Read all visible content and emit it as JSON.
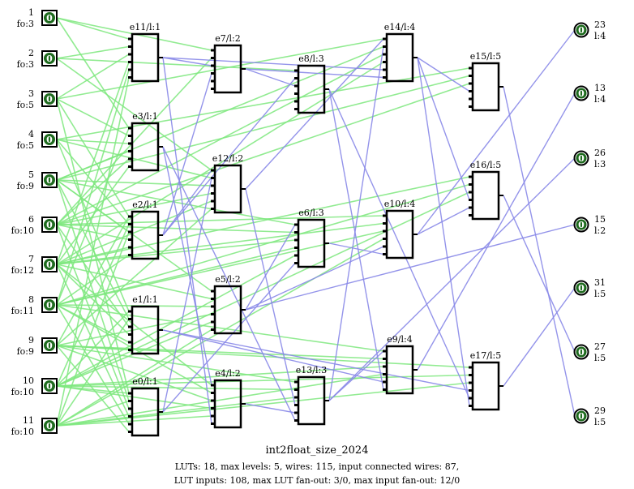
{
  "colors": {
    "input_wire": "#7ee87e",
    "lut_wire": "#8888e8",
    "node_fill": "#1e6b1e",
    "box": "#000000"
  },
  "inputs": [
    {
      "id": "1",
      "fo": "fo:3",
      "value": "0",
      "targets": [
        "e11",
        "e7",
        "e3"
      ]
    },
    {
      "id": "2",
      "fo": "fo:3",
      "value": "0",
      "targets": [
        "e11",
        "e8",
        "e12"
      ]
    },
    {
      "id": "3",
      "fo": "fo:5",
      "value": "0",
      "targets": [
        "e11",
        "e3",
        "e14",
        "e0",
        "e2"
      ]
    },
    {
      "id": "4",
      "fo": "fo:5",
      "value": "0",
      "targets": [
        "e3",
        "e2",
        "e12",
        "e15",
        "e1"
      ]
    },
    {
      "id": "5",
      "fo": "fo:9",
      "value": "0",
      "targets": [
        "e3",
        "e2",
        "e14",
        "e6",
        "e1",
        "e0",
        "e5",
        "e12",
        "e15"
      ]
    },
    {
      "id": "6",
      "fo": "fo:10",
      "value": "0",
      "targets": [
        "e2",
        "e3",
        "e1",
        "e0",
        "e14",
        "e10",
        "e6",
        "e12",
        "e7",
        "e15"
      ]
    },
    {
      "id": "7",
      "fo": "fo:12",
      "value": "0",
      "targets": [
        "e2",
        "e1",
        "e0",
        "e4",
        "e5",
        "e6",
        "e10",
        "e16",
        "e12",
        "e3",
        "e11",
        "e14"
      ]
    },
    {
      "id": "8",
      "fo": "fo:11",
      "value": "0",
      "targets": [
        "e1",
        "e0",
        "e4",
        "e2",
        "e5",
        "e6",
        "e10",
        "e16",
        "e9",
        "e3",
        "e11"
      ]
    },
    {
      "id": "9",
      "fo": "fo:9",
      "value": "0",
      "targets": [
        "e1",
        "e0",
        "e4",
        "e13",
        "e9",
        "e17",
        "e2",
        "e5",
        "e12"
      ]
    },
    {
      "id": "10",
      "fo": "fo:10",
      "value": "0",
      "targets": [
        "e0",
        "e4",
        "e13",
        "e9",
        "e17",
        "e1",
        "e2",
        "e5",
        "e16",
        "e6"
      ]
    },
    {
      "id": "11",
      "fo": "fo:10",
      "value": "0",
      "targets": [
        "e0",
        "e4",
        "e13",
        "e1",
        "e9",
        "e17",
        "e2",
        "e5",
        "e11",
        "e10"
      ]
    }
  ],
  "luts": [
    {
      "id": "e11",
      "label": "e11/l:1",
      "level": 1,
      "row": 0
    },
    {
      "id": "e3",
      "label": "e3/l:1",
      "level": 1,
      "row": 1
    },
    {
      "id": "e2",
      "label": "e2/l:1",
      "level": 1,
      "row": 2
    },
    {
      "id": "e1",
      "label": "e1/l:1",
      "level": 1,
      "row": 3
    },
    {
      "id": "e0",
      "label": "e0/l:1",
      "level": 1,
      "row": 4
    },
    {
      "id": "e7",
      "label": "e7/l:2",
      "level": 2,
      "row": 0
    },
    {
      "id": "e12",
      "label": "e12/l:2",
      "level": 2,
      "row": 1
    },
    {
      "id": "e5",
      "label": "e5/l:2",
      "level": 2,
      "row": 2
    },
    {
      "id": "e4",
      "label": "e4/l:2",
      "level": 2,
      "row": 3
    },
    {
      "id": "e8",
      "label": "e8/l:3",
      "level": 3,
      "row": 0
    },
    {
      "id": "e6",
      "label": "e6/l:3",
      "level": 3,
      "row": 1
    },
    {
      "id": "e13",
      "label": "e13/l:3",
      "level": 3,
      "row": 2
    },
    {
      "id": "e14",
      "label": "e14/l:4",
      "level": 4,
      "row": 0
    },
    {
      "id": "e10",
      "label": "e10/l:4",
      "level": 4,
      "row": 1
    },
    {
      "id": "e9",
      "label": "e9/l:4",
      "level": 4,
      "row": 2
    },
    {
      "id": "e15",
      "label": "e15/l:5",
      "level": 5,
      "row": 0
    },
    {
      "id": "e16",
      "label": "e16/l:5",
      "level": 5,
      "row": 1
    },
    {
      "id": "e17",
      "label": "e17/l:5",
      "level": 5,
      "row": 2
    }
  ],
  "lut_edges": [
    [
      "e11",
      "e14"
    ],
    [
      "e11",
      "e4"
    ],
    [
      "e11",
      "e7"
    ],
    [
      "e3",
      "e4"
    ],
    [
      "e2",
      "e7"
    ],
    [
      "e2",
      "e12"
    ],
    [
      "e2",
      "e8"
    ],
    [
      "e1",
      "e17"
    ],
    [
      "e1",
      "e9"
    ],
    [
      "e0",
      "e12"
    ],
    [
      "e0",
      "e6"
    ],
    [
      "e7",
      "e8"
    ],
    [
      "e7",
      "e14"
    ],
    [
      "e12",
      "e14"
    ],
    [
      "e12",
      "e13"
    ],
    [
      "e5",
      "e10"
    ],
    [
      "e4",
      "e13"
    ],
    [
      "e8",
      "e9"
    ],
    [
      "e8",
      "e17"
    ],
    [
      "e6",
      "e10"
    ],
    [
      "e13",
      "e14"
    ],
    [
      "e13",
      "e9"
    ],
    [
      "e14",
      "e15"
    ],
    [
      "e14",
      "e16"
    ],
    [
      "e14",
      "e17"
    ],
    [
      "e10",
      "e16"
    ],
    [
      "e5",
      "e6"
    ],
    [
      "e3",
      "e13"
    ]
  ],
  "outputs": [
    {
      "id": "23",
      "level": "l:4",
      "value": "0",
      "source": "e10"
    },
    {
      "id": "13",
      "level": "l:4",
      "value": "0",
      "source": "e9"
    },
    {
      "id": "26",
      "level": "l:3",
      "value": "0",
      "source": "e13"
    },
    {
      "id": "15",
      "level": "l:2",
      "value": "0",
      "source": "e5"
    },
    {
      "id": "31",
      "level": "l:5",
      "value": "0",
      "source": "e17"
    },
    {
      "id": "27",
      "level": "l:5",
      "value": "0",
      "source": "e16"
    },
    {
      "id": "29",
      "level": "l:5",
      "value": "0",
      "source": "e15"
    }
  ],
  "caption": {
    "title": "int2float_size_2024",
    "stats_line1": "LUTs: 18, max levels: 5, wires: 115, input connected wires: 87,",
    "stats_line2": "LUT inputs: 108, max  LUT fan-out: 3/0, max input fan-out: 12/0"
  }
}
